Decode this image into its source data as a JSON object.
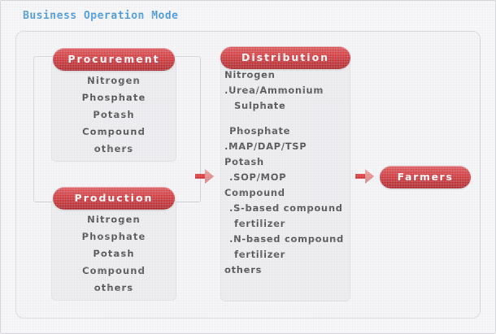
{
  "title": "Business Operation Mode",
  "colors": {
    "title_blue": "#2f8fd6",
    "pill_red_light": "#e04a4a",
    "pill_red_dark": "#a81418",
    "panel_bg": "#f3f3f4",
    "connector_grey": "#d5d5d9",
    "text_dark": "#3b3b3b"
  },
  "nodes": {
    "procurement": {
      "label": "Procurement",
      "items": [
        "Nitrogen",
        "Phosphate",
        "Potash",
        "Compound",
        "others"
      ]
    },
    "production": {
      "label": "Production",
      "items": [
        "Nitrogen",
        "Phosphate",
        "Potash",
        "Compound",
        "others"
      ]
    },
    "distribution": {
      "label": "Distribution",
      "items": [
        {
          "text": "Nitrogen",
          "indent": 0
        },
        {
          "text": ".Urea/Ammonium",
          "indent": 0
        },
        {
          "text": "Sulphate",
          "indent": 2
        },
        {
          "text": "",
          "indent": 0,
          "spacer": true
        },
        {
          "text": "Phosphate",
          "indent": 1
        },
        {
          "text": ".MAP/DAP/TSP",
          "indent": 0
        },
        {
          "text": "Potash",
          "indent": 0
        },
        {
          "text": ".SOP/MOP",
          "indent": 1
        },
        {
          "text": "Compound",
          "indent": 0
        },
        {
          "text": ".S-based compound",
          "indent": 1
        },
        {
          "text": "fertilizer",
          "indent": 2
        },
        {
          "text": ".N-based compound",
          "indent": 1
        },
        {
          "text": "fertilizer",
          "indent": 2
        },
        {
          "text": "others",
          "indent": 0
        }
      ]
    },
    "farmers": {
      "label": "Farmers"
    }
  },
  "connectors": [
    {
      "name": "supply-to-distribution",
      "icon": "right-arrow-icon"
    },
    {
      "name": "distribution-to-farmers",
      "icon": "right-arrow-icon"
    }
  ]
}
